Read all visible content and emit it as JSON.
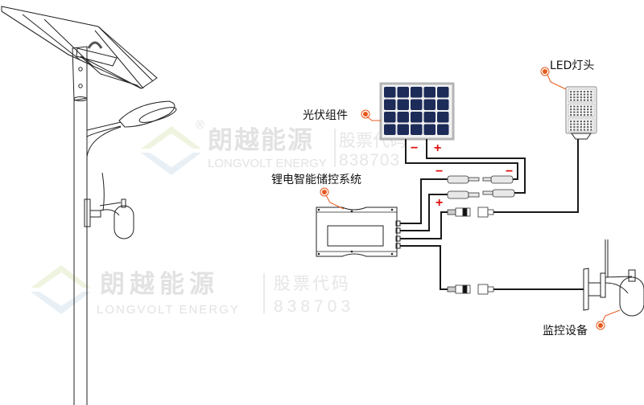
{
  "labels": {
    "pv_module": "光伏组件",
    "storage_controller": "锂电智能储控系统",
    "led_head": "LED灯头",
    "monitoring": "监控设备"
  },
  "polarity": {
    "neg": "−",
    "pos": "+"
  },
  "watermark": {
    "brand_cn": "朗越能源",
    "brand_en": "LONGVOLT ENERGY",
    "stock_label": "股票代码",
    "stock_code": "838703",
    "registered": "®"
  },
  "colors": {
    "accent": "#e8581c",
    "cell": "#1d2b58",
    "frame": "#b5b5b5",
    "polarity": "#e01010"
  }
}
